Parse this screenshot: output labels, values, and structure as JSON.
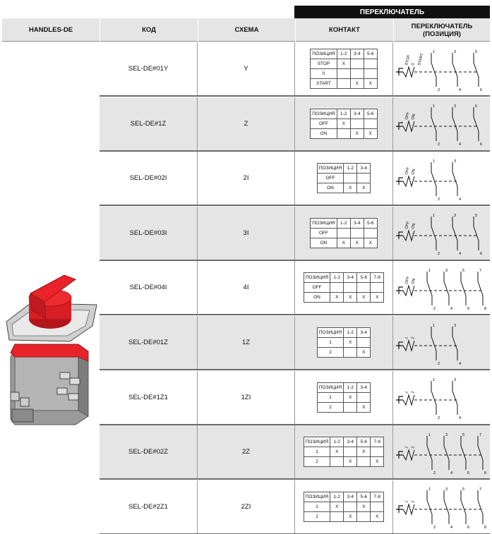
{
  "top_band_label": "ПЕРЕКЛЮЧАТЕЛЬ",
  "headers": {
    "handles": "HANDLES-DE",
    "code": "КОД",
    "scheme": "СХЕМА",
    "contact": "КОНТАКТ",
    "switch_position": "ПЕРЕКЛЮЧАТЕЛЬ\n(ПОЗИЦИЯ)"
  },
  "colors": {
    "header_bg": "#e5e5e5",
    "band_bg": "#111111",
    "handle_red": "#e8232a",
    "body_grey": "#8c8c8c"
  },
  "rows": [
    {
      "code": "SEL-DE#01Y",
      "scheme": "Y",
      "contact": {
        "head": [
          "ПОЗИЦИЯ",
          "1-2",
          "3-4",
          "5-6"
        ],
        "rows": [
          [
            "STOP",
            "X",
            "",
            ""
          ],
          [
            "0",
            "",
            "",
            ""
          ],
          [
            "START",
            "",
            "X",
            "X"
          ]
        ]
      },
      "diagram": {
        "labels": [
          "STOP",
          "0",
          "START"
        ],
        "terminals": [
          "1",
          "2",
          "3",
          "4",
          "5",
          "6"
        ]
      }
    },
    {
      "code": "SEL-DE#1Z",
      "scheme": "Z",
      "contact": {
        "head": [
          "ПОЗИЦИЯ",
          "1-2",
          "3-4",
          "5-6"
        ],
        "rows": [
          [
            "OFF",
            "X",
            "",
            ""
          ],
          [
            "ON",
            "",
            "X",
            "X"
          ]
        ]
      },
      "diagram": {
        "labels": [
          "OFF",
          "ON"
        ],
        "terminals": [
          "1",
          "2",
          "3",
          "4",
          "5",
          "6"
        ]
      }
    },
    {
      "code": "SEL-DE#02I",
      "scheme": "2I",
      "contact": {
        "head": [
          "ПОЗИЦИЯ",
          "1-2",
          "3-4"
        ],
        "rows": [
          [
            "OFF",
            "",
            ""
          ],
          [
            "ON",
            "X",
            "X"
          ]
        ]
      },
      "diagram": {
        "labels": [
          "OFF",
          "ON"
        ],
        "terminals": [
          "1",
          "2",
          "3",
          "4"
        ]
      }
    },
    {
      "code": "SEL-DE#03I",
      "scheme": "3I",
      "contact": {
        "head": [
          "ПОЗИЦИЯ",
          "1-2",
          "3-4",
          "5-6"
        ],
        "rows": [
          [
            "OFF",
            "",
            "",
            ""
          ],
          [
            "ON",
            "X",
            "X",
            "X"
          ]
        ]
      },
      "diagram": {
        "labels": [
          "OFF",
          "ON"
        ],
        "terminals": [
          "1",
          "2",
          "3",
          "4",
          "5",
          "6"
        ]
      }
    },
    {
      "code": "SEL-DE#04I",
      "scheme": "4I",
      "contact": {
        "head": [
          "ПОЗИЦИЯ",
          "1-2",
          "3-4",
          "5-6",
          "7-8"
        ],
        "rows": [
          [
            "OFF",
            "",
            "",
            "",
            ""
          ],
          [
            "ON",
            "X",
            "X",
            "X",
            "X"
          ]
        ]
      },
      "diagram": {
        "labels": [
          "OFF",
          "ON"
        ],
        "terminals": [
          "1",
          "2",
          "3",
          "4",
          "5",
          "6",
          "7",
          "8"
        ]
      }
    },
    {
      "code": "SEL-DE#01Z",
      "scheme": "1Z",
      "contact": {
        "head": [
          "ПОЗИЦИЯ",
          "1-2",
          "3-4"
        ],
        "rows": [
          [
            "1",
            "X",
            ""
          ],
          [
            "2",
            "",
            "X"
          ]
        ]
      },
      "diagram": {
        "labels": [
          "1",
          "2"
        ],
        "terminals": [
          "1",
          "2",
          "3",
          "4"
        ]
      }
    },
    {
      "code": "SEL-DE#1Z1",
      "scheme": "1ZI",
      "contact": {
        "head": [
          "ПОЗИЦИЯ",
          "1-2",
          "3-4"
        ],
        "rows": [
          [
            "1",
            "X",
            ""
          ],
          [
            "2",
            "",
            "X"
          ]
        ]
      },
      "diagram": {
        "labels": [
          "1",
          "2"
        ],
        "terminals": [
          "1",
          "2",
          "3",
          "4"
        ]
      }
    },
    {
      "code": "SEL-DE#02Z",
      "scheme": "2Z",
      "contact": {
        "head": [
          "ПОЗИЦИЯ",
          "1-2",
          "3-4",
          "5-6",
          "7-8"
        ],
        "rows": [
          [
            "1",
            "X",
            "",
            "X",
            ""
          ],
          [
            "2",
            "",
            "X",
            "",
            "X"
          ]
        ]
      },
      "diagram": {
        "labels": [
          "1",
          "2"
        ],
        "terminals": [
          "1",
          "2",
          "3",
          "4",
          "5",
          "6",
          "7",
          "8"
        ]
      }
    },
    {
      "code": "SEL-DE#2Z1",
      "scheme": "2ZI",
      "contact": {
        "head": [
          "ПОЗИЦИЯ",
          "1-2",
          "3-4",
          "5-6",
          "7-8"
        ],
        "rows": [
          [
            "1",
            "X",
            "",
            "X",
            ""
          ],
          [
            "2",
            "",
            "X",
            "",
            "X"
          ]
        ]
      },
      "diagram": {
        "labels": [
          "1",
          "2"
        ],
        "terminals": [
          "1",
          "2",
          "3",
          "4",
          "5",
          "6",
          "7",
          "8"
        ]
      }
    }
  ]
}
